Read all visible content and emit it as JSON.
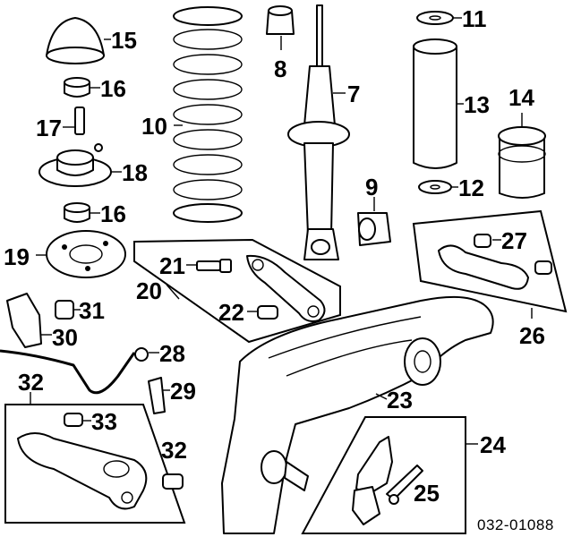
{
  "labels": {
    "p7": "7",
    "p8": "8",
    "p9": "9",
    "p10": "10",
    "p11": "11",
    "p12": "12",
    "p13": "13",
    "p14": "14",
    "p15": "15",
    "p16a": "16",
    "p16b": "16",
    "p17": "17",
    "p18": "18",
    "p19": "19",
    "p20": "20",
    "p21": "21",
    "p22": "22",
    "p23": "23",
    "p24": "24",
    "p25": "25",
    "p26": "26",
    "p27": "27",
    "p28": "28",
    "p29": "29",
    "p30": "30",
    "p31": "31",
    "p32a": "32",
    "p32b": "32",
    "p33": "33"
  },
  "reference": "032-01088"
}
